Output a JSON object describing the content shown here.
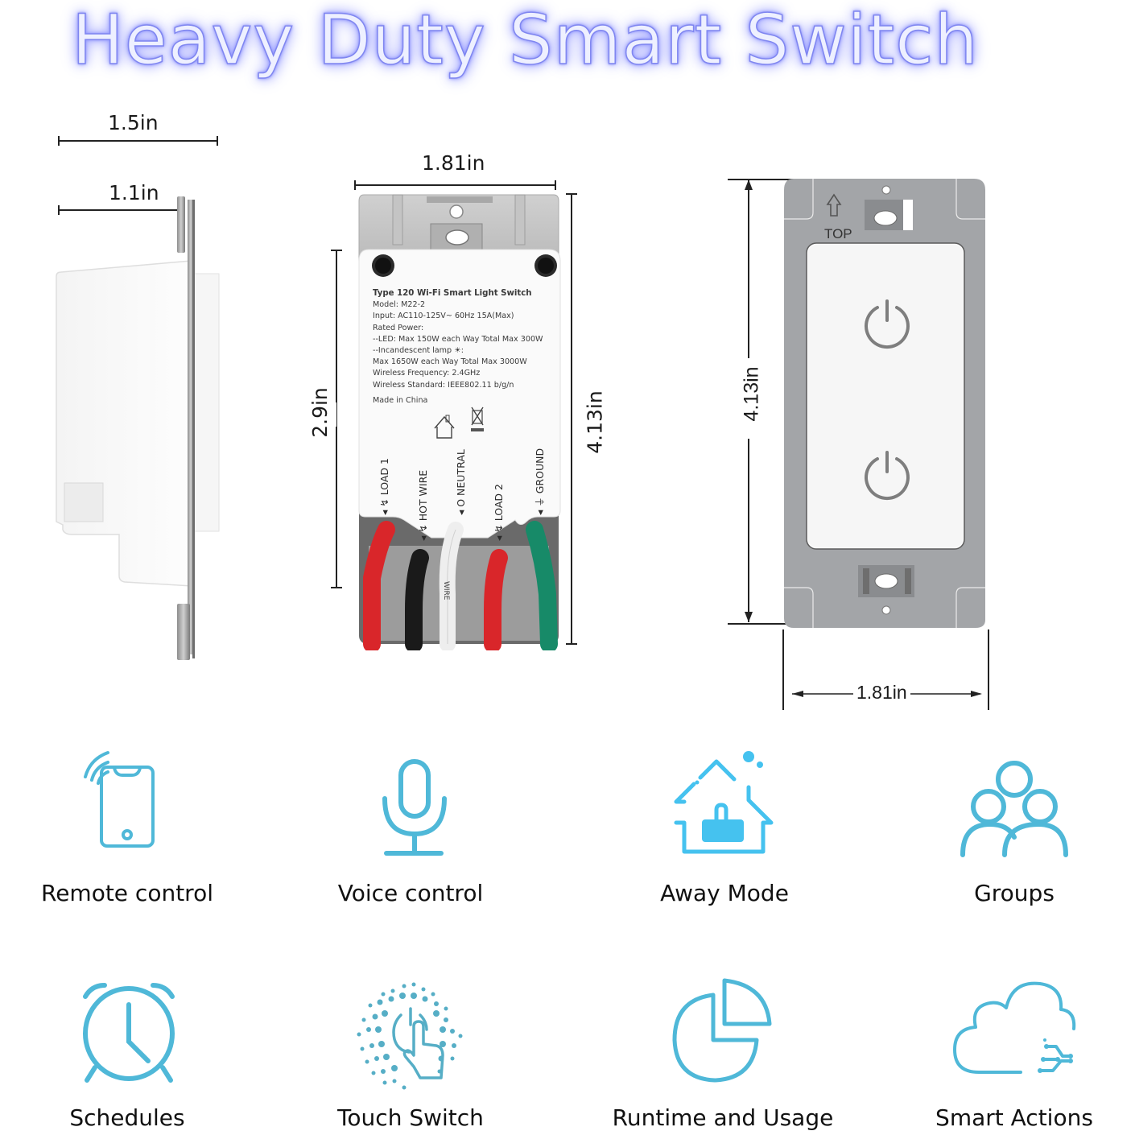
{
  "title": "Heavy Duty Smart Switch",
  "colors": {
    "title_fill": "#eef0ff",
    "title_glow": "#8f94ff",
    "icon_blue": "#4fb8d8",
    "icon_fill_blue": "#45c2ef",
    "plate_gray": "#a3a5a8",
    "wire_red": "#d9262a",
    "wire_black": "#1a1a1a",
    "wire_white": "#f0f0f0",
    "wire_green": "#178a68"
  },
  "side_view": {
    "depth_total": "1.5in",
    "depth_body": "1.1in"
  },
  "back_view": {
    "width": "1.81in",
    "body_height": "2.9in",
    "total_height": "4.13in",
    "label_lines": [
      "Type 120 Wi-Fi Smart Light Switch",
      "Model: M22-2",
      "Input: AC110-125V~ 60Hz  15A(Max)",
      "Rated Power:",
      "--LED: Max 150W each Way Total Max 300W",
      "--Incandescent lamp ☀:",
      "Max 1650W each Way Total Max 3000W",
      "Wireless Frequency: 2.4GHz",
      "Wireless Standard: IEEE802.11 b/g/n",
      "Made in China"
    ],
    "terminals": [
      "LOAD 1",
      "HOT WIRE",
      "NEUTRAL",
      "LOAD 2",
      "GROUND"
    ],
    "wire_print": "WIRE"
  },
  "front_view": {
    "top_marker": "TOP",
    "height": "4.13in",
    "width": "1.81in",
    "buttons": [
      "power-button-1",
      "power-button-2"
    ]
  },
  "features": [
    {
      "label": "Remote control",
      "icon": "smartphone-wifi-icon"
    },
    {
      "label": "Voice control",
      "icon": "microphone-icon"
    },
    {
      "label": "Away Mode",
      "icon": "house-away-icon"
    },
    {
      "label": "Groups",
      "icon": "group-people-icon"
    },
    {
      "label": "Schedules",
      "icon": "alarm-clock-icon"
    },
    {
      "label": "Touch Switch",
      "icon": "touch-power-icon"
    },
    {
      "label": "Runtime and Usage",
      "icon": "pie-chart-icon"
    },
    {
      "label": "Smart Actions",
      "icon": "cloud-circuit-icon"
    }
  ]
}
